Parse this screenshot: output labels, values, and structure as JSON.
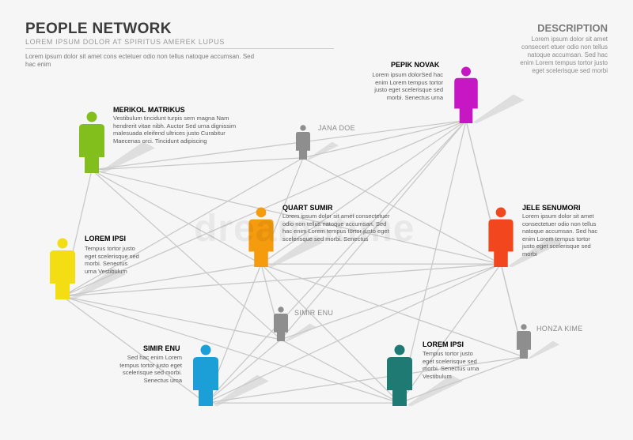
{
  "header": {
    "title": "PEOPLE NETWORK",
    "subtitle": "LOREM IPSUM DOLOR AT SPIRITUS AMEREK LUPUS",
    "intro": "Lorem ipsum dolor sit amet cons ectetuer odio non tellus natoque accumsan. Sed hac enim"
  },
  "description": {
    "title": "DESCRIPTION",
    "text": "Lorem ipsum dolor sit amet consecert etuer odio non tellus natoque accumsan. Sed hac enim Lorem tempus tortor justo eget scelerisque sed morbi"
  },
  "watermark": "dreamstime",
  "colors": {
    "line": "#c9c9c9",
    "shadow": "#d6d6d6",
    "gray_person": "#8e8e8e"
  },
  "people": [
    {
      "id": "pepik",
      "name": "PEPIK NOVAK",
      "color": "#c716c4",
      "text": "Lorem ipsum dolorSed hac enim Lorem tempus tortor justo eget scelerisque sed morbi. Senectus urna"
    },
    {
      "id": "merikol",
      "name": "MERIKOL MATRIKUS",
      "color": "#82bf1d",
      "text": "Vestibulum tincidunt turpis sem magna Nam hendrerit vitae nibh. Auctor Sed urna dignissim malesuada eleifend ultrices justo Curabitur Maecenas orci. Tincidunt adipiscing"
    },
    {
      "id": "jana",
      "name": "JANA DOE",
      "color": "#8e8e8e",
      "text": ""
    },
    {
      "id": "quart",
      "name": "QUART SUMIR",
      "color": "#f49b0e",
      "text": "Lorem ipsum dolor sit amet consectetuer odio non tellus natoque accumsan. Sed hac enim Lorem tempus tortor justo eget scelerisque sed morbi. Senectus"
    },
    {
      "id": "jele",
      "name": "JELE SENUMORI",
      "color": "#f2461e",
      "text": "Lorem ipsum dolor sit amet consectetuer odio non tellus natoque accumsan. Sed hac enim Lorem tempus tortor justo eget scelerisque sed morbi"
    },
    {
      "id": "lorem1",
      "name": "LOREM IPSI",
      "color": "#f2de12",
      "text": "Tempus tortor justo eget scelerisque sed morbi. Senectus urna Vestibulum"
    },
    {
      "id": "simir1",
      "name": "SIMIR ENU",
      "color": "#8e8e8e",
      "text": ""
    },
    {
      "id": "honza",
      "name": "HONZA KIME",
      "color": "#8e8e8e",
      "text": ""
    },
    {
      "id": "simir2",
      "name": "SIMIR ENU",
      "color": "#1c9fd6",
      "text": "Sed hac enim Lorem tempus tortor justo eget scelerisque sed morbi. Senectus urna"
    },
    {
      "id": "lorem2",
      "name": "LOREM IPSI",
      "color": "#1f7a73",
      "text": "Tempus tortor justo eget scelerisque sed morbi. Senectus urna Vestibulum"
    }
  ],
  "connections": [
    [
      "pepik",
      "merikol"
    ],
    [
      "pepik",
      "jana"
    ],
    [
      "pepik",
      "quart"
    ],
    [
      "pepik",
      "jele"
    ],
    [
      "pepik",
      "lorem1"
    ],
    [
      "pepik",
      "simir1"
    ],
    [
      "pepik",
      "lorem2"
    ],
    [
      "pepik",
      "simir2"
    ],
    [
      "pepik",
      "honza"
    ],
    [
      "merikol",
      "jana"
    ],
    [
      "merikol",
      "quart"
    ],
    [
      "merikol",
      "lorem1"
    ],
    [
      "merikol",
      "jele"
    ],
    [
      "merikol",
      "simir1"
    ],
    [
      "jana",
      "quart"
    ],
    [
      "jana",
      "jele"
    ],
    [
      "jana",
      "lorem1"
    ],
    [
      "quart",
      "jele"
    ],
    [
      "quart",
      "lorem1"
    ],
    [
      "quart",
      "simir1"
    ],
    [
      "quart",
      "simir2"
    ],
    [
      "quart",
      "lorem2"
    ],
    [
      "quart",
      "honza"
    ],
    [
      "jele",
      "lorem1"
    ],
    [
      "jele",
      "simir1"
    ],
    [
      "jele",
      "lorem2"
    ],
    [
      "jele",
      "honza"
    ],
    [
      "jele",
      "simir2"
    ],
    [
      "lorem1",
      "simir2"
    ],
    [
      "lorem1",
      "lorem2"
    ],
    [
      "lorem1",
      "simir1"
    ],
    [
      "simir1",
      "simir2"
    ],
    [
      "simir1",
      "lorem2"
    ],
    [
      "simir2",
      "lorem2"
    ],
    [
      "simir2",
      "honza"
    ],
    [
      "lorem2",
      "honza"
    ]
  ]
}
